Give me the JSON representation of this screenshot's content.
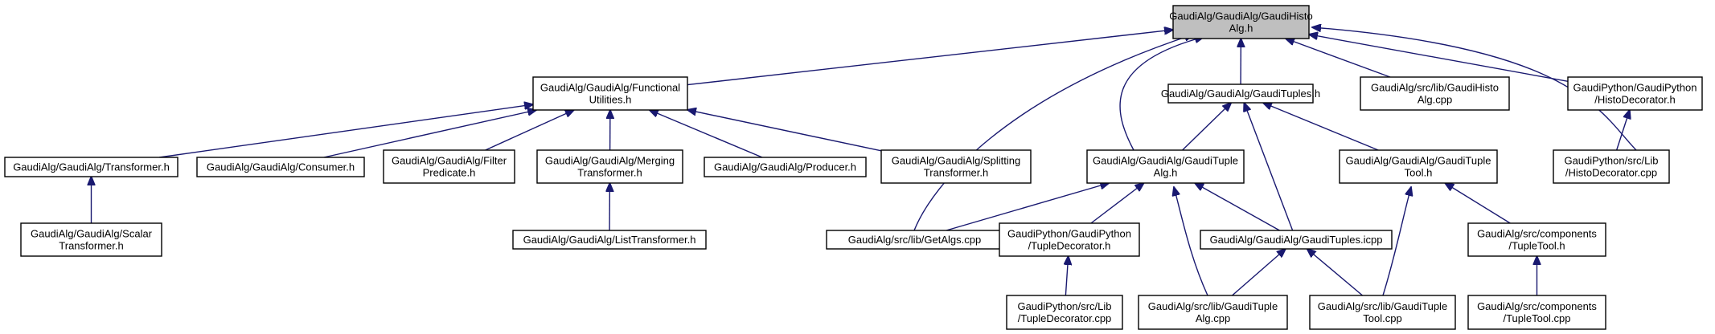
{
  "colors": {
    "edge": "#191970",
    "root_fill": "#bfbfbf",
    "node_fill": "#ffffff",
    "node_border": "#000000"
  },
  "nodes": [
    {
      "id": "histo",
      "lines": [
        "GaudiAlg/GaudiAlg/GaudiHisto",
        "Alg.h"
      ],
      "root": true
    },
    {
      "id": "functional",
      "lines": [
        "GaudiAlg/GaudiAlg/Functional",
        "Utilities.h"
      ]
    },
    {
      "id": "tuples_h",
      "lines": [
        "GaudiAlg/GaudiAlg/GaudiTuples.h"
      ]
    },
    {
      "id": "histo_cpp",
      "lines": [
        "GaudiAlg/src/lib/GaudiHisto",
        "Alg.cpp"
      ]
    },
    {
      "id": "py_histodec",
      "lines": [
        "GaudiPython/GaudiPython",
        "/HistoDecorator.h"
      ]
    },
    {
      "id": "transformer",
      "lines": [
        "GaudiAlg/GaudiAlg/Transformer.h"
      ]
    },
    {
      "id": "consumer",
      "lines": [
        "GaudiAlg/GaudiAlg/Consumer.h"
      ]
    },
    {
      "id": "filter",
      "lines": [
        "GaudiAlg/GaudiAlg/Filter",
        "Predicate.h"
      ]
    },
    {
      "id": "merging",
      "lines": [
        "GaudiAlg/GaudiAlg/Merging",
        "Transformer.h"
      ]
    },
    {
      "id": "producer",
      "lines": [
        "GaudiAlg/GaudiAlg/Producer.h"
      ]
    },
    {
      "id": "splitting",
      "lines": [
        "GaudiAlg/GaudiAlg/Splitting",
        "Transformer.h"
      ]
    },
    {
      "id": "tuplealg_h",
      "lines": [
        "GaudiAlg/GaudiAlg/GaudiTuple",
        "Alg.h"
      ]
    },
    {
      "id": "tupletool_h",
      "lines": [
        "GaudiAlg/GaudiAlg/GaudiTuple",
        "Tool.h"
      ]
    },
    {
      "id": "histodec_cpp",
      "lines": [
        "GaudiPython/src/Lib",
        "/HistoDecorator.cpp"
      ]
    },
    {
      "id": "scalar",
      "lines": [
        "GaudiAlg/GaudiAlg/Scalar",
        "Transformer.h"
      ]
    },
    {
      "id": "list",
      "lines": [
        "GaudiAlg/GaudiAlg/ListTransformer.h"
      ]
    },
    {
      "id": "getalgs",
      "lines": [
        "GaudiAlg/src/lib/GetAlgs.cpp"
      ]
    },
    {
      "id": "py_tupledec",
      "lines": [
        "GaudiPython/GaudiPython",
        "/TupleDecorator.h"
      ]
    },
    {
      "id": "tuples_icpp",
      "lines": [
        "GaudiAlg/GaudiAlg/GaudiTuples.icpp"
      ]
    },
    {
      "id": "comp_tt_h",
      "lines": [
        "GaudiAlg/src/components",
        "/TupleTool.h"
      ]
    },
    {
      "id": "tupledec_cpp",
      "lines": [
        "GaudiPython/src/Lib",
        "/TupleDecorator.cpp"
      ]
    },
    {
      "id": "tuplealg_cpp",
      "lines": [
        "GaudiAlg/src/lib/GaudiTuple",
        "Alg.cpp"
      ]
    },
    {
      "id": "tupletool_cpp",
      "lines": [
        "GaudiAlg/src/lib/GaudiTuple",
        "Tool.cpp"
      ]
    },
    {
      "id": "comp_tt_cpp",
      "lines": [
        "GaudiAlg/src/components",
        "/TupleTool.cpp"
      ]
    }
  ],
  "edges": [
    [
      "functional",
      "histo"
    ],
    [
      "tuples_h",
      "histo"
    ],
    [
      "histo_cpp",
      "histo"
    ],
    [
      "py_histodec",
      "histo"
    ],
    [
      "tuplealg_h",
      "histo"
    ],
    [
      "getalgs",
      "histo"
    ],
    [
      "histodec_cpp",
      "histo"
    ],
    [
      "transformer",
      "functional"
    ],
    [
      "consumer",
      "functional"
    ],
    [
      "filter",
      "functional"
    ],
    [
      "merging",
      "functional"
    ],
    [
      "producer",
      "functional"
    ],
    [
      "splitting",
      "functional"
    ],
    [
      "scalar",
      "transformer"
    ],
    [
      "list",
      "merging"
    ],
    [
      "tuplealg_h",
      "tuples_h"
    ],
    [
      "tupletool_h",
      "tuples_h"
    ],
    [
      "tuples_icpp",
      "tuples_h"
    ],
    [
      "histodec_cpp",
      "py_histodec"
    ],
    [
      "getalgs",
      "tuplealg_h"
    ],
    [
      "py_tupledec",
      "tuplealg_h"
    ],
    [
      "tuples_icpp",
      "tuplealg_h"
    ],
    [
      "tuplealg_cpp",
      "tuplealg_h"
    ],
    [
      "tupletool_cpp",
      "tupletool_h"
    ],
    [
      "comp_tt_h",
      "tupletool_h"
    ],
    [
      "tupledec_cpp",
      "py_tupledec"
    ],
    [
      "tuplealg_cpp",
      "tuples_icpp"
    ],
    [
      "tupletool_cpp",
      "tuples_icpp"
    ],
    [
      "comp_tt_cpp",
      "comp_tt_h"
    ]
  ]
}
